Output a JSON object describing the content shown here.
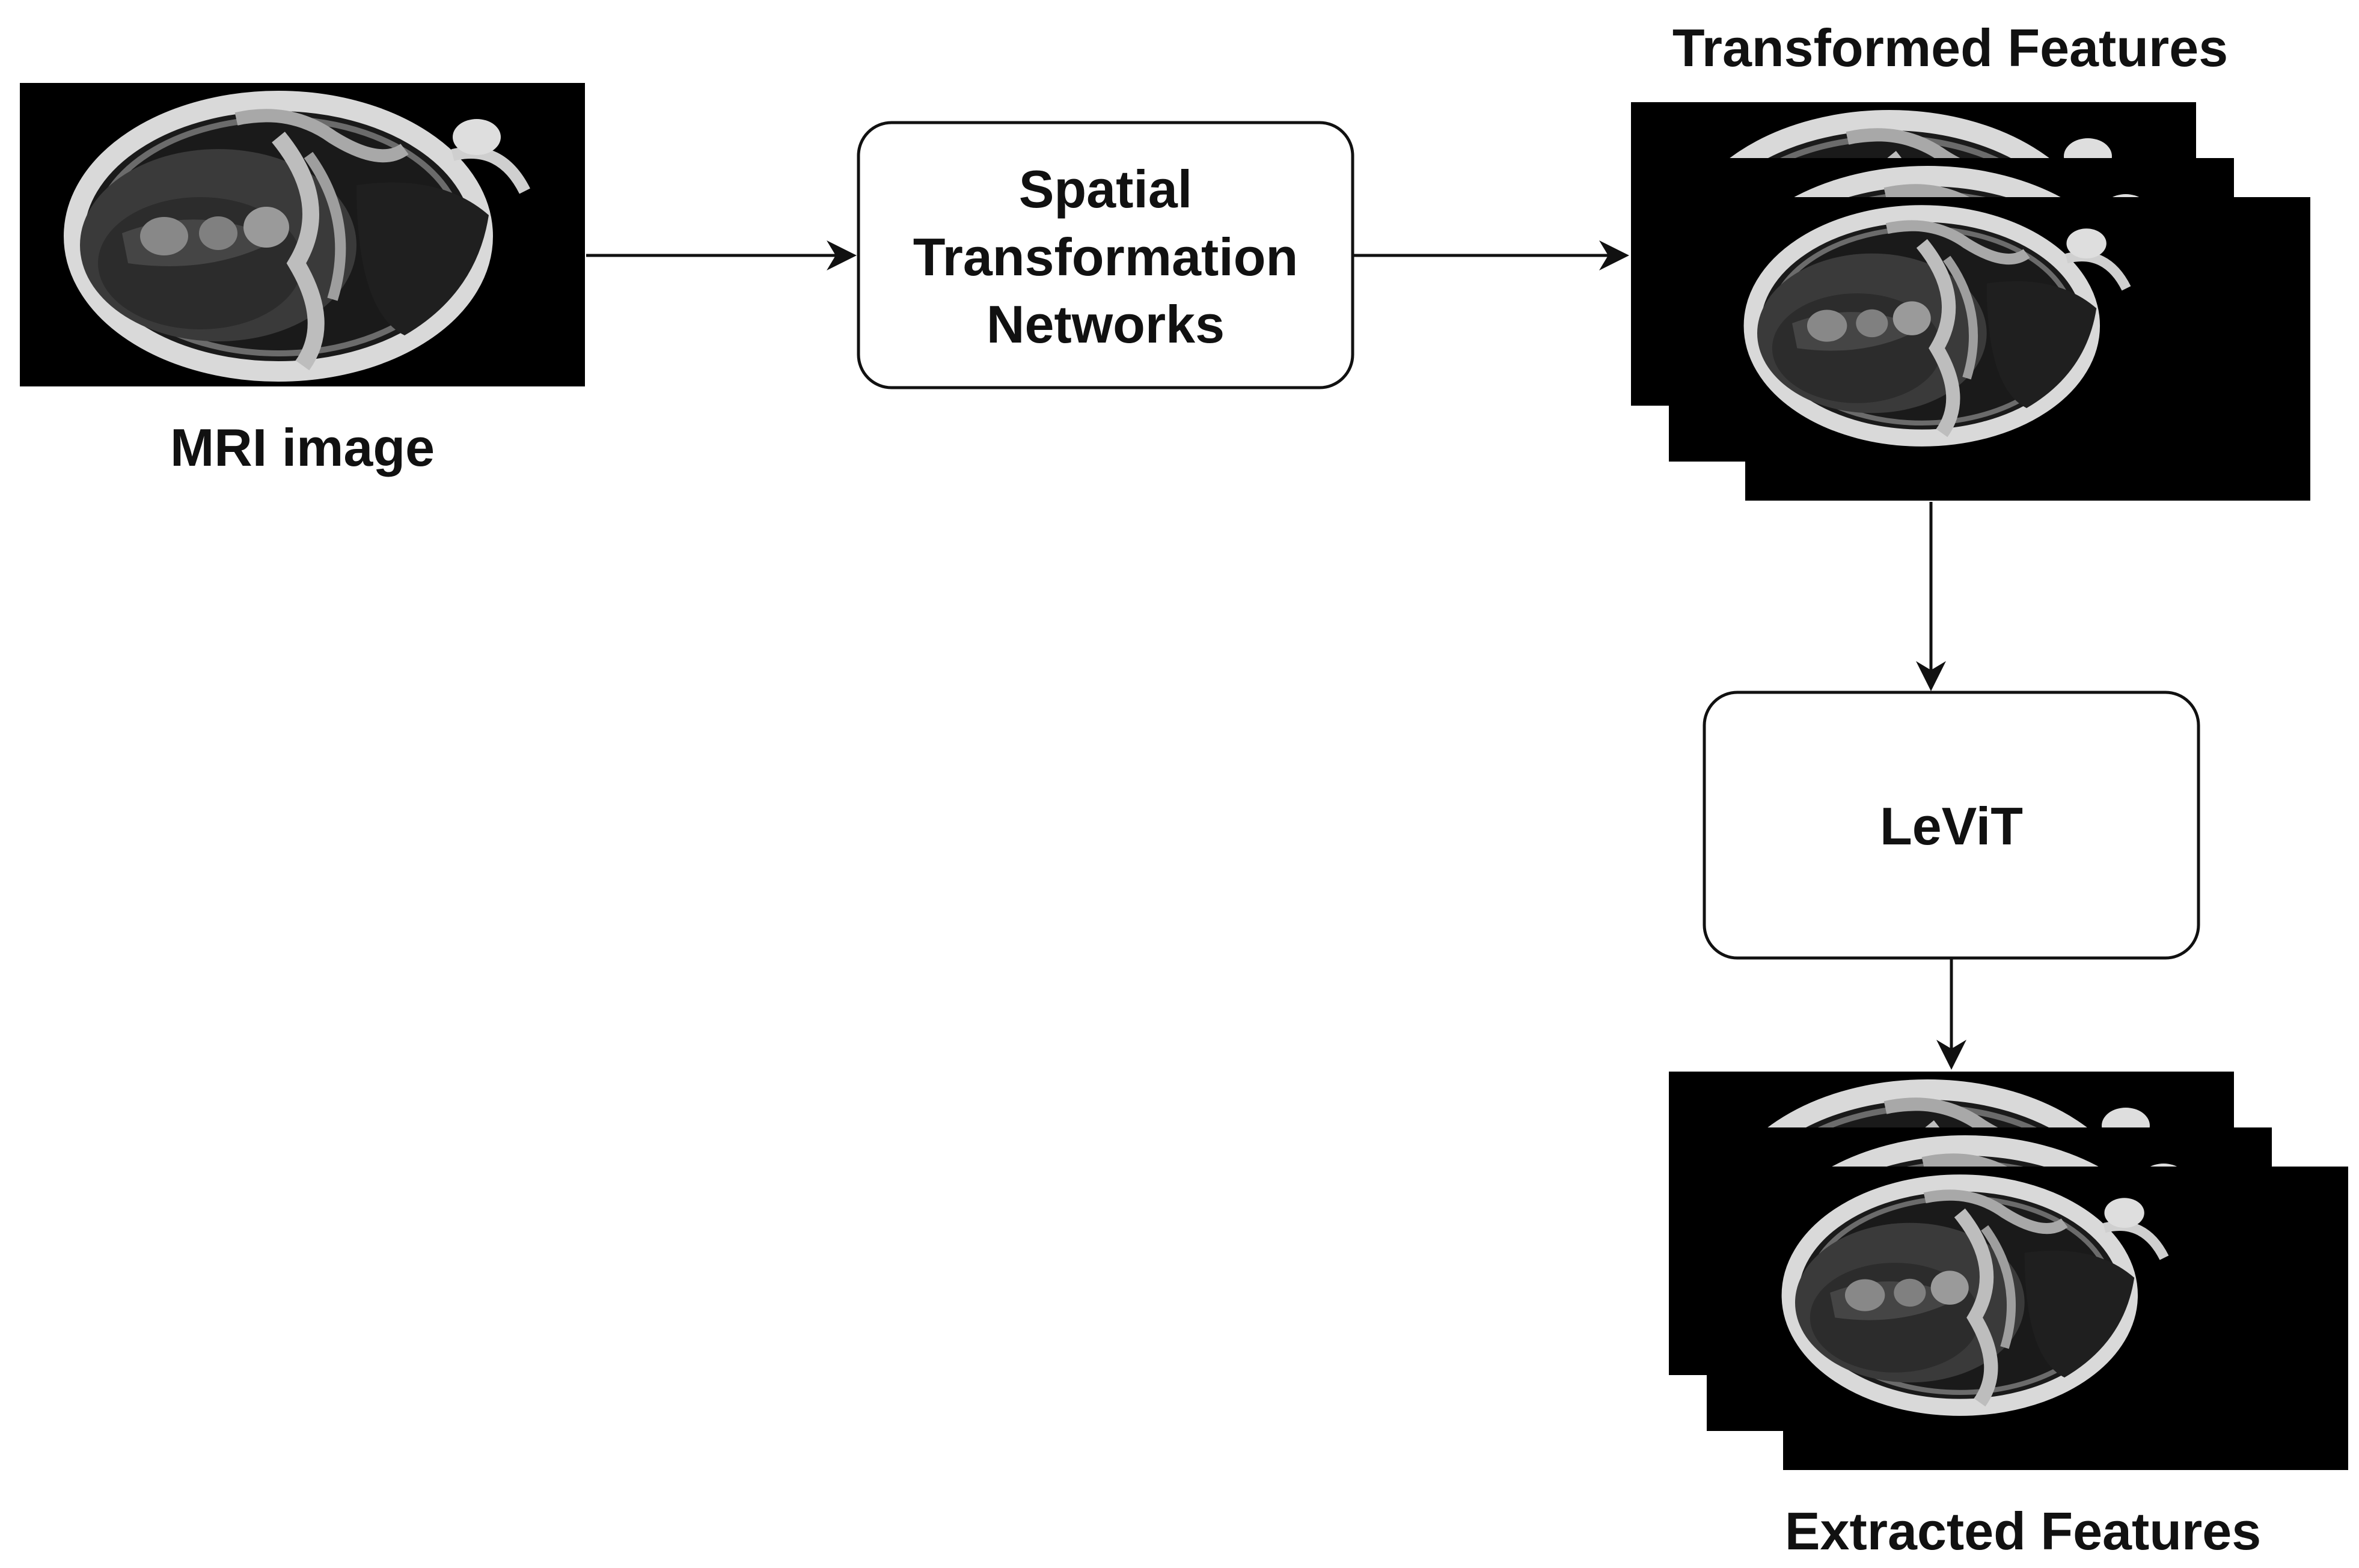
{
  "nodes": {
    "mri_image": {
      "label": "MRI image"
    },
    "stn": {
      "lines": [
        "Spatial",
        "Transformation",
        "Networks"
      ]
    },
    "transformed_features": {
      "label": "Transformed Features"
    },
    "levit": {
      "label": "LeViT"
    },
    "extracted_features": {
      "label": "Extracted Features"
    }
  },
  "edges": [
    {
      "from": "mri_image",
      "to": "stn"
    },
    {
      "from": "stn",
      "to": "transformed_features"
    },
    {
      "from": "transformed_features",
      "to": "levit"
    },
    {
      "from": "levit",
      "to": "extracted_features"
    }
  ],
  "colors": {
    "stroke": "#111111",
    "image_background": "#000000",
    "box_fill": "#ffffff"
  },
  "icons": {
    "mri_scan": "axial-brain-mri-scan-image"
  }
}
